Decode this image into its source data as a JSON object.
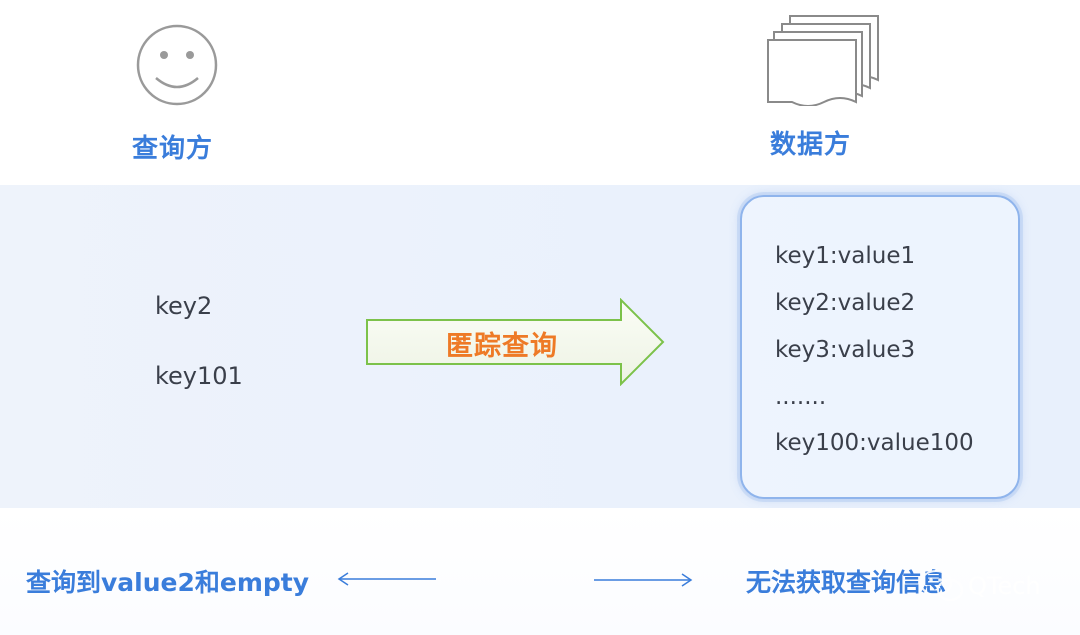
{
  "query_party": {
    "label": "查询方",
    "icon": "smiley-face-icon"
  },
  "data_party": {
    "label": "数据方",
    "icon": "document-stack-icon"
  },
  "query_keys": [
    "key2",
    "key101"
  ],
  "arrow": {
    "label": "匿踪查询",
    "color": "#ee7a26",
    "outline": "#7cc24a"
  },
  "data_entries": [
    "key1:value1",
    "key2:value2",
    "key3:value3",
    ".......",
    "key100:value100"
  ],
  "results": {
    "query_side": "查询到value2和empty",
    "data_side": "无法获取查询信息"
  },
  "watermark": {
    "text": "QTech",
    "icon": "wechat-icon"
  },
  "colors": {
    "accent": "#3a7ddb",
    "arrow_text": "#ee7a26"
  }
}
